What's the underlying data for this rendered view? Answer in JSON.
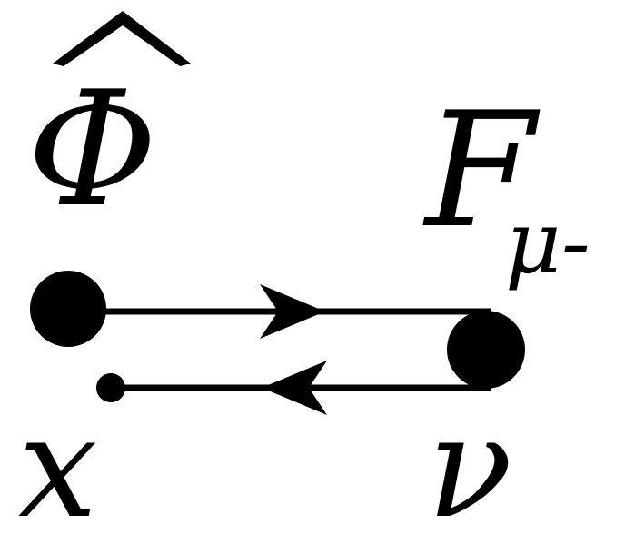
{
  "labels": {
    "top_left_symbol": "Φ",
    "top_left_hat": "^",
    "top_right_symbol": "F",
    "top_right_subscript": "μ-",
    "bottom_left_symbol": "x",
    "bottom_right_symbol": "ν"
  },
  "colors": {
    "ink": "#000000",
    "background": "#ffffff"
  }
}
